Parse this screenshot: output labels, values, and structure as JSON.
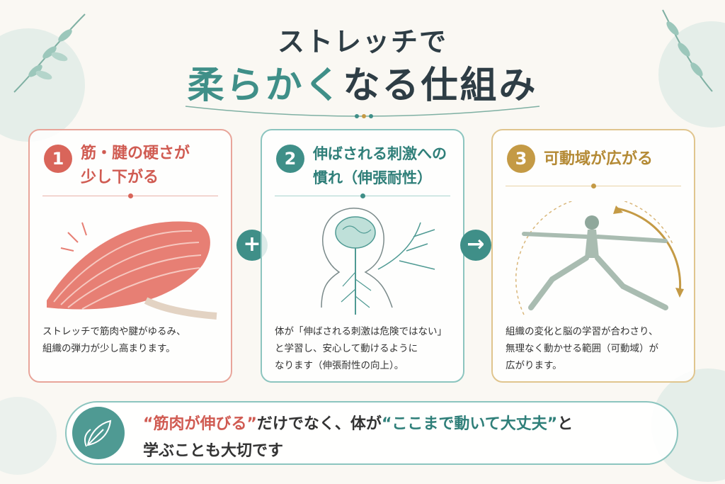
{
  "title": {
    "line1": "ストレッチで",
    "line2_accent": "柔らかく",
    "line2_rest": "なる仕組み"
  },
  "cards": [
    {
      "number": "1",
      "heading": [
        "筋・腱の硬さが",
        "少し下がる"
      ],
      "body": [
        "ストレッチで筋肉や腱がゆるみ、",
        "組織の弾力が少し高まります。"
      ],
      "illustration": "muscle-fiber"
    },
    {
      "number": "2",
      "heading": [
        "伸ばされる刺激への",
        "慣れ（伸張耐性）"
      ],
      "body": [
        "体が「伸ばされる刺激は危険ではない」",
        "と学習し、安心して動けるように",
        "なります（伸張耐性の向上）。"
      ],
      "illustration": "brain-nerves"
    },
    {
      "number": "3",
      "heading": [
        "可動域が広がる"
      ],
      "body": [
        "組織の変化と脳の学習が合わさり、",
        "無理なく動かせる範囲（可動域）が",
        "広がります。"
      ],
      "illustration": "yoga-pose"
    }
  ],
  "operators": {
    "plus": "+",
    "arrow": "→"
  },
  "banner": {
    "q1": "“筋肉が伸びる”",
    "mid": "だけでなく、体が",
    "q2": "“ここまで動いて大丈夫”",
    "end": "と",
    "line2": "学ぶことも大切です",
    "icon": "leaf-icon"
  },
  "colors": {
    "red": "#d9655a",
    "teal": "#3f8f88",
    "gold": "#c49a45",
    "navy": "#2e3d45"
  }
}
